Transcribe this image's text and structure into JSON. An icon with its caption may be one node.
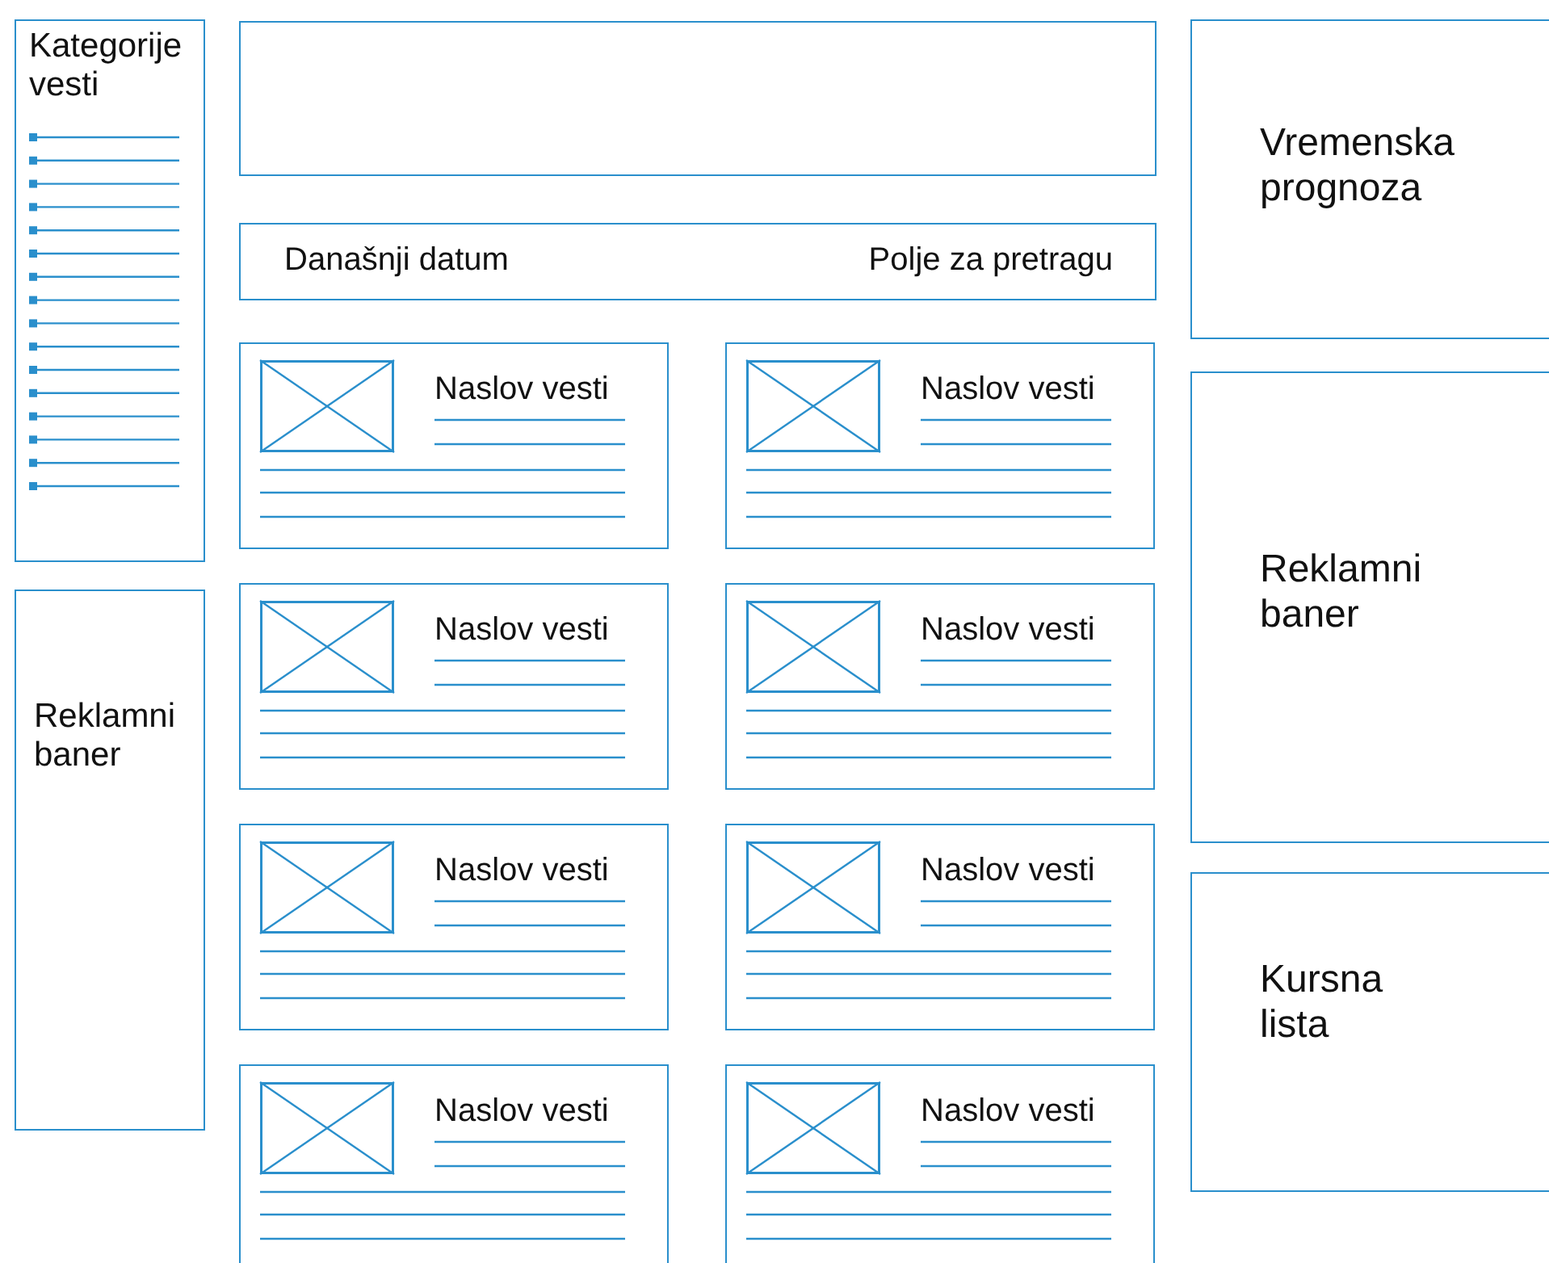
{
  "diagram": {
    "nodes": [
      {
        "text": [
          "Kategorije vesti"
        ]
      },
      {
        "text": [
          "Reklamni baner"
        ]
      },
      {
        "text": [],
        "shape": "box"
      },
      {
        "text": [
          "Današnji datum",
          "Polje za pretragu"
        ]
      },
      {
        "text": [
          "Vremenska prognoza"
        ]
      },
      {
        "text": [
          "Reklamni baner"
        ]
      },
      {
        "text": [
          "Kursna lista"
        ]
      },
      {
        "text": [
          "Naslov vesti"
        ]
      },
      {
        "text": [],
        "shape": "box",
        "in": 7
      },
      {
        "text": [
          "Naslov vesti"
        ]
      },
      {
        "text": [],
        "shape": "box",
        "in": 9
      },
      {
        "text": [
          "Naslov vesti"
        ]
      },
      {
        "text": [],
        "shape": "box",
        "in": 11
      },
      {
        "text": [
          "Naslov vesti"
        ]
      },
      {
        "text": [],
        "shape": "box",
        "in": 13
      },
      {
        "text": [
          "Naslov vesti"
        ]
      },
      {
        "text": [],
        "shape": "box",
        "in": 15
      },
      {
        "text": [
          "Naslov vesti"
        ]
      },
      {
        "text": [],
        "shape": "box",
        "in": 17
      },
      {
        "text": [
          "Naslov vesti"
        ]
      },
      {
        "text": [],
        "shape": "box",
        "in": 19
      },
      {
        "text": [
          "Naslov vesti"
        ]
      },
      {
        "text": [],
        "shape": "box",
        "in": 21
      }
    ]
  }
}
